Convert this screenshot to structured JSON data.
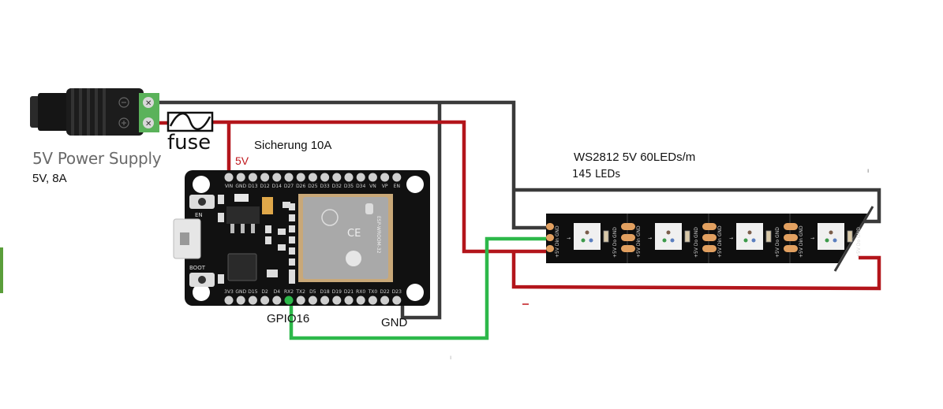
{
  "diagram": {
    "title": "ESP32 WS2812 LED strip wiring",
    "power_supply": {
      "label": "5V Power Supply",
      "rating": "5V, 8A",
      "terminals": [
        "-",
        "+"
      ]
    },
    "fuse": {
      "label": "fuse",
      "rating": "Sicherung 10A"
    },
    "esp32_board": {
      "vin_label": "5V",
      "buttons": [
        "EN",
        "BOOT"
      ],
      "top_pins": [
        "VIN",
        "GND",
        "D13",
        "D12",
        "D14",
        "D27",
        "D26",
        "D25",
        "D33",
        "D32",
        "D35",
        "D34",
        "VN",
        "VP",
        "EN"
      ],
      "bottom_pins": [
        "3V3",
        "GND",
        "D15",
        "D2",
        "D4",
        "RX2",
        "TX2",
        "D5",
        "D18",
        "D19",
        "D21",
        "RX0",
        "TX0",
        "D22",
        "D23"
      ],
      "module_label": "ESP-WROOM-32",
      "data_pin_label": "GPIO16",
      "gnd_label": "GND"
    },
    "led_strip": {
      "title": "WS2812 5V 60LEDs/m",
      "count": "145 LEDs",
      "pad_labels": [
        "GND",
        "Din",
        "+5V"
      ],
      "out_pad_labels": [
        "GND",
        "Do",
        "+5V"
      ],
      "segments": 4
    },
    "wire_colors": {
      "gnd": "#3a3a3a",
      "power": "#b3151b",
      "data": "#2db84a"
    }
  }
}
